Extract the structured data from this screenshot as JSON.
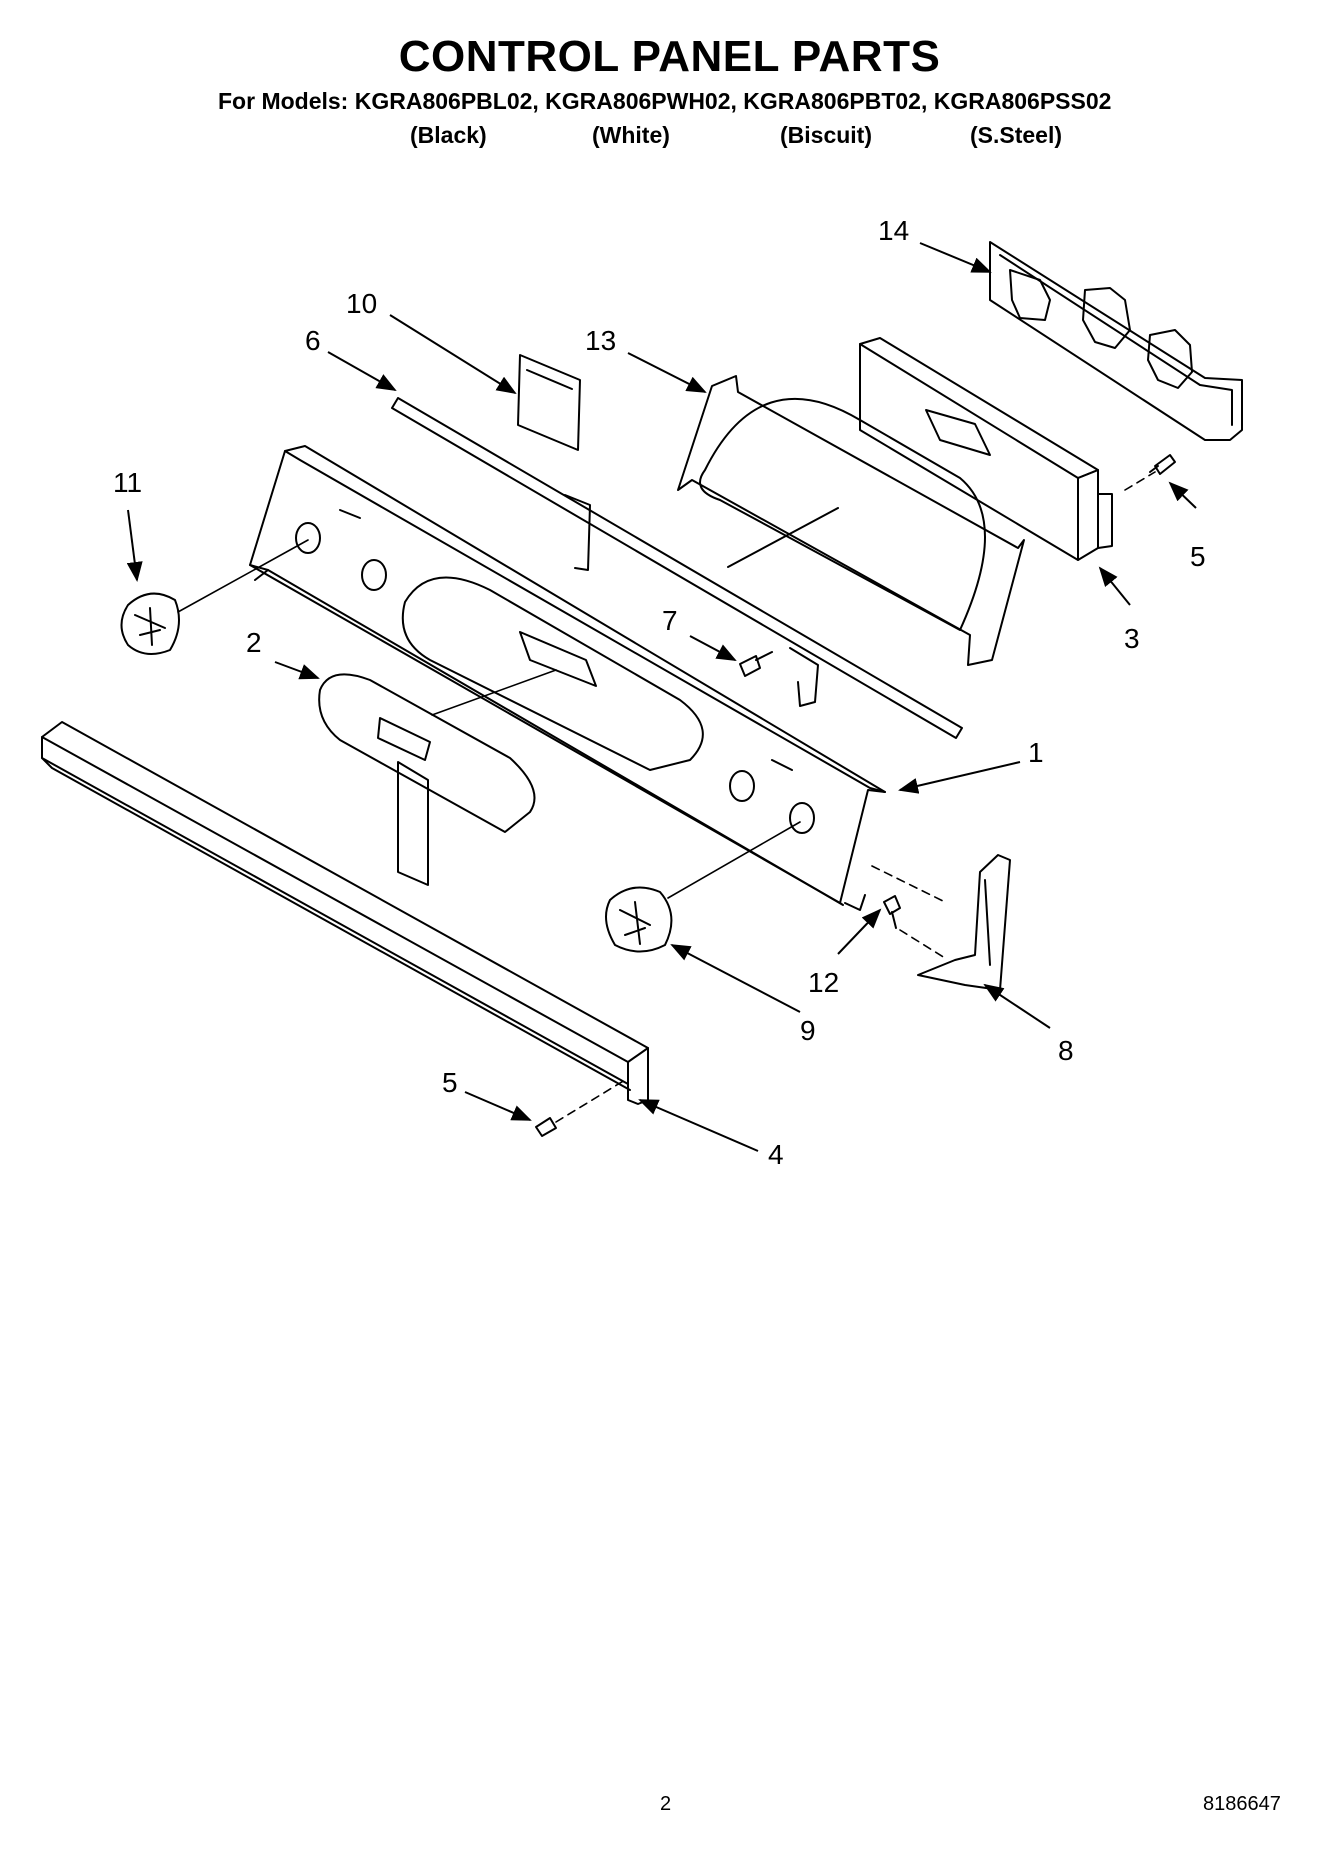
{
  "header": {
    "title": "CONTROL PANEL PARTS",
    "models_line": "For Models: KGRA806PBL02, KGRA806PWH02, KGRA806PBT02, KGRA806PSS02",
    "variants": [
      "(Black)",
      "(White)",
      "(Biscuit)",
      "(S.Steel)"
    ]
  },
  "callouts": [
    "14",
    "10",
    "6",
    "13",
    "11",
    "5",
    "3",
    "7",
    "2",
    "1",
    "12",
    "9",
    "8",
    "5",
    "4"
  ],
  "footer": {
    "page_number": "2",
    "part_number": "8186647"
  }
}
